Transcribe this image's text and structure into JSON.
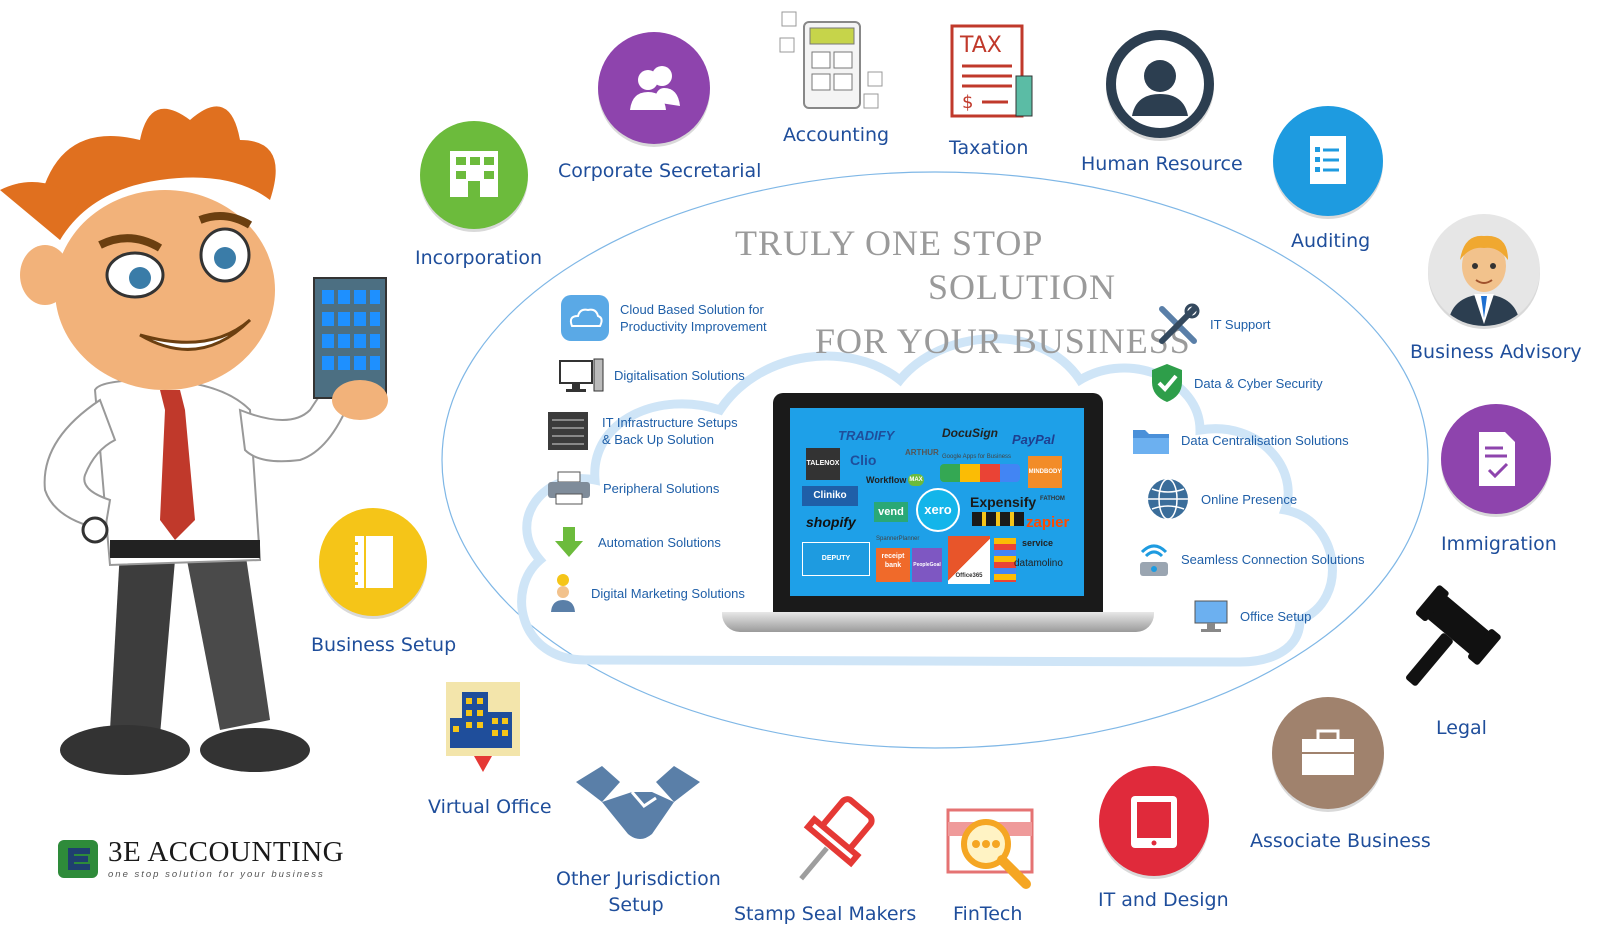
{
  "hero": {
    "title_line1": "TRULY ONE STOP",
    "title_line2": "SOLUTION",
    "title_line3": "FOR YOUR BUSINESS"
  },
  "services": [
    {
      "label": "Incorporation",
      "color": "#6cbb3c"
    },
    {
      "label": "Corporate Secretarial",
      "color": "#8e44ad"
    },
    {
      "label": "Accounting",
      "color": "#9e9e9e"
    },
    {
      "label": "Taxation",
      "color": "#c0392b"
    },
    {
      "label": "Human Resource",
      "color": "#2c3e50"
    },
    {
      "label": "Auditing",
      "color": "#1e9be0"
    },
    {
      "label": "Business Advisory",
      "color": "#e0e0e0"
    },
    {
      "label": "Immigration",
      "color": "#8e44ad"
    },
    {
      "label": "Legal",
      "color": "#111111"
    },
    {
      "label": "Associate Business",
      "color": "#a0826d"
    },
    {
      "label": "IT and Design",
      "color": "#e02a3b"
    },
    {
      "label": "FinTech",
      "color": "#f5c518"
    },
    {
      "label": "Stamp Seal Makers",
      "color": "#e53935"
    },
    {
      "label": "Other Jurisdiction",
      "label2": "Setup",
      "color": "#5a7fa8"
    },
    {
      "label": "Virtual Office",
      "color": "#f3e5ab"
    },
    {
      "label": "Business Setup",
      "color": "#f5c518"
    }
  ],
  "inner_left": [
    {
      "label": "Cloud Based Solution for",
      "label2": "Productivity Improvement"
    },
    {
      "label": "Digitalisation Solutions"
    },
    {
      "label": "IT Infrastructure Setups",
      "label2": "& Back Up Solution"
    },
    {
      "label": "Peripheral Solutions"
    },
    {
      "label": "Automation Solutions"
    },
    {
      "label": "Digital Marketing Solutions"
    }
  ],
  "inner_right": [
    {
      "label": "IT Support"
    },
    {
      "label": "Data & Cyber Security"
    },
    {
      "label": "Data Centralisation Solutions"
    },
    {
      "label": "Online Presence"
    },
    {
      "label": "Seamless Connection Solutions"
    },
    {
      "label": "Office Setup"
    }
  ],
  "laptop_brands": {
    "tradify": "TRADIFY",
    "docusign": "DocuSign",
    "paypal": "PayPal",
    "talenox": "TALENOX",
    "clio": "Clio",
    "arthur": "ARTHUR",
    "google": "Google Apps for Business",
    "workflowmax": "Workflow",
    "max": "MAX",
    "mindbody": "MINDBODY",
    "cliniko": "Cliniko",
    "vend": "vend",
    "xero": "xero",
    "expensify": "Expensify",
    "fathom": "FATHOM",
    "shopify": "shopify",
    "zapier": "zapier",
    "spanner": "SpannerPlanner",
    "servicem8": "service",
    "deputy": "DEPUTY",
    "receipt": "receipt bank",
    "peoplegoal": "PeopleGoal",
    "office365": "Office365",
    "datamolino": "datamolino"
  },
  "logo": {
    "name": "3E ACCOUNTING",
    "tagline": "one stop solution for your business"
  }
}
